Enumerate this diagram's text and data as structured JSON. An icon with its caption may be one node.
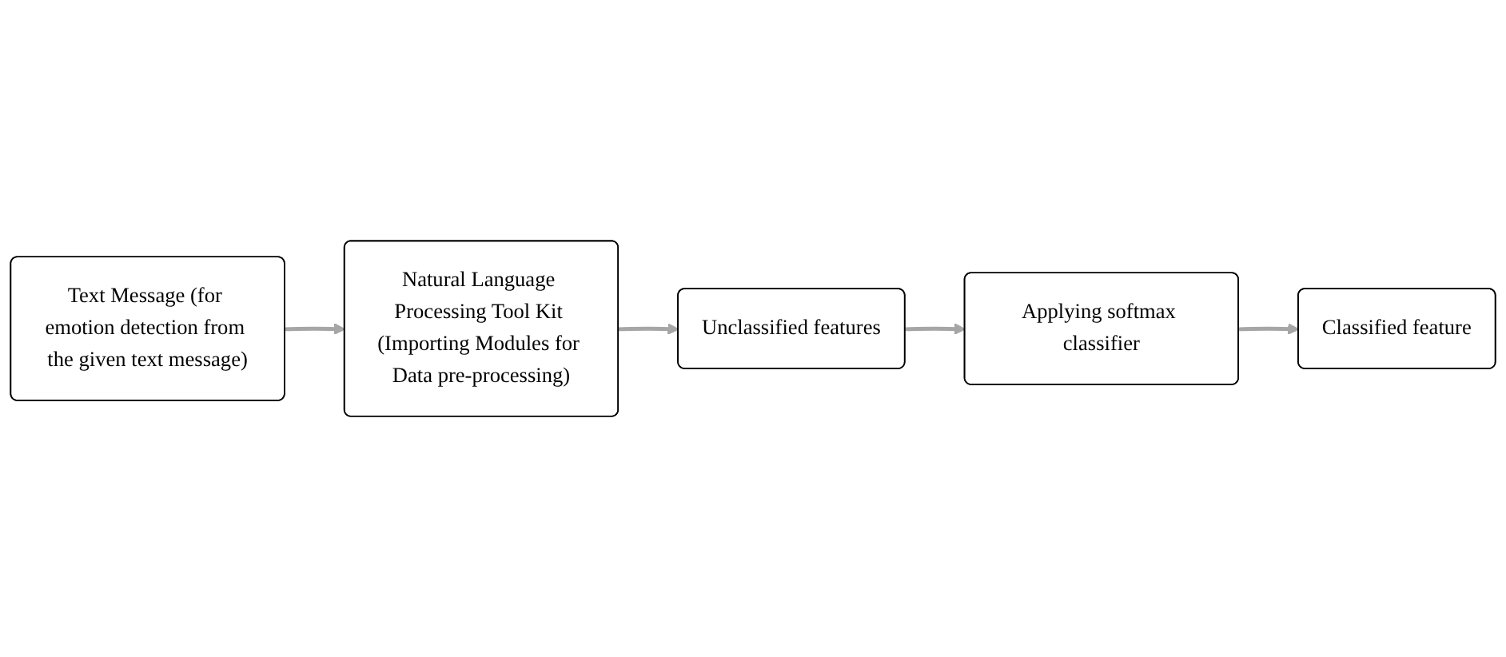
{
  "diagram": {
    "nodes": [
      {
        "text": [
          "Text Message (for emotion detection from the given text message)"
        ]
      },
      {
        "text": [
          "Natural Language Processing Tool Kit (Importing Modules for Data pre-processing)"
        ]
      },
      {
        "text": [
          "Unclassified features"
        ]
      },
      {
        "text": [
          "Applying softmax classifier"
        ]
      },
      {
        "text": [
          "Classified feature"
        ]
      }
    ],
    "edges": [
      {
        "from": 0,
        "to": 1,
        "arrow": "to"
      },
      {
        "from": 1,
        "to": 2,
        "arrow": "to"
      },
      {
        "from": 2,
        "to": 3,
        "arrow": "to"
      },
      {
        "from": 3,
        "to": 4,
        "arrow": "to"
      }
    ]
  }
}
